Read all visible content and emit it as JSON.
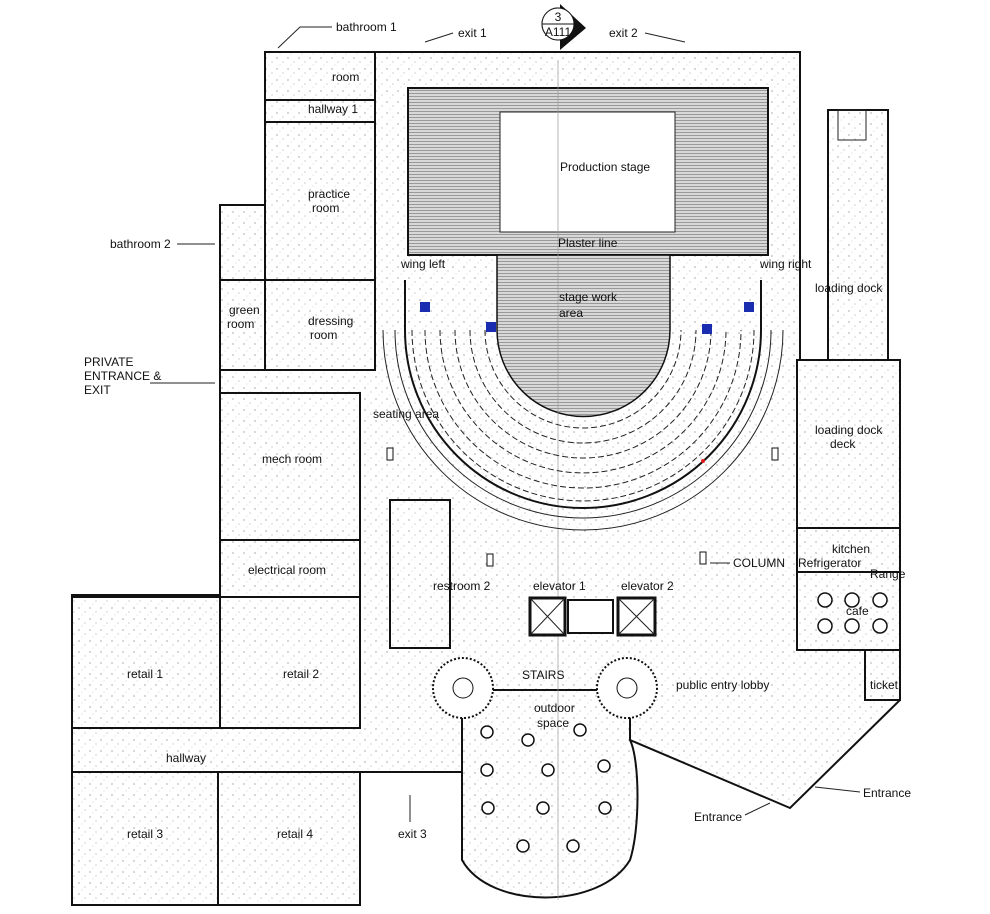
{
  "title_marker": {
    "number": "3",
    "sheet": "A111"
  },
  "labels": {
    "bathroom1": "bathroom 1",
    "exit1": "exit 1",
    "exit2": "exit 2",
    "exit3": "exit 3",
    "room": "room",
    "hallway1": "hallway 1",
    "practice_room_1": "practice",
    "practice_room_2": "room",
    "bathroom2": "bathroom 2",
    "green_room_1": "green",
    "green_room_2": "room",
    "dressing_room_1": "dressing",
    "dressing_room_2": "room",
    "private_1": "PRIVATE",
    "private_2": "ENTRANCE &",
    "private_3": "EXIT",
    "production_stage": "Production stage",
    "plaster_line": "Plaster line",
    "wing_left": "wing left",
    "wing_right": "wing right",
    "stage_work_1": "stage work",
    "stage_work_2": "area",
    "loading_dock": "loading dock",
    "loading_deck_1": "loading dock",
    "loading_deck_2": "deck",
    "seating_area": "seating area",
    "mech_room": "mech room",
    "electrical_room": "electrical room",
    "restroom2": "restroom 2",
    "elevator1": "elevator 1",
    "elevator2": "elevator 2",
    "column": "COLUMN",
    "kitchen": "kitchen",
    "refrigerator": "Refrigerator",
    "range": "Range",
    "cafe": "cafe",
    "ticket": "ticket",
    "stairs": "STAIRS",
    "outdoor_1": "outdoor",
    "outdoor_2": "space",
    "public_lobby": "public entry lobby",
    "retail1": "retail 1",
    "retail2": "retail 2",
    "retail3": "retail 3",
    "retail4": "retail 4",
    "hallway": "hallway",
    "entrance_left": "Entrance",
    "entrance_right": "Entrance"
  }
}
